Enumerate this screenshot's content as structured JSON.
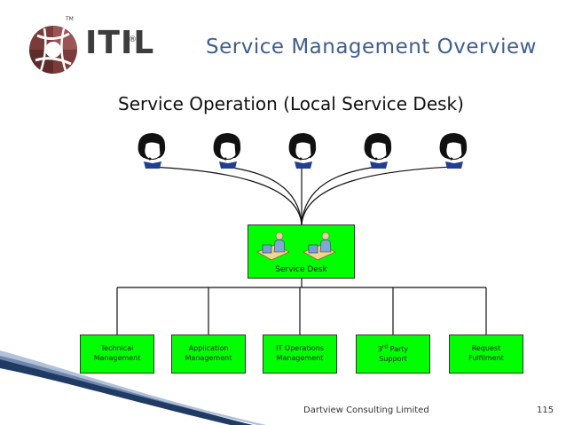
{
  "header": {
    "logo_text": "ITIL",
    "logo_tm": "TM",
    "logo_registered": "®",
    "title": "Service Management Overview"
  },
  "diagram": {
    "subtitle": "Service Operation (Local Service Desk)",
    "users": [
      {
        "icon": "user-headset-icon"
      },
      {
        "icon": "user-headset-icon"
      },
      {
        "icon": "user-headset-icon"
      },
      {
        "icon": "user-headset-icon"
      },
      {
        "icon": "user-headset-icon"
      }
    ],
    "center": {
      "label": "Service Desk",
      "icon": "agent-desk-icon"
    },
    "teams": [
      {
        "line1": "Technical",
        "line2": "Management"
      },
      {
        "line1": "Application",
        "line2": "Management"
      },
      {
        "line1": "IT Operations",
        "line2": "Management"
      },
      {
        "line1": "3rd Party",
        "line2": "Support"
      },
      {
        "line1": "Request",
        "line2": "Fulfilment"
      }
    ],
    "colors": {
      "box": "#00ff00",
      "title": "#3f5f8c"
    }
  },
  "footer": {
    "company": "Dartview Consulting Limited",
    "page": "115"
  }
}
